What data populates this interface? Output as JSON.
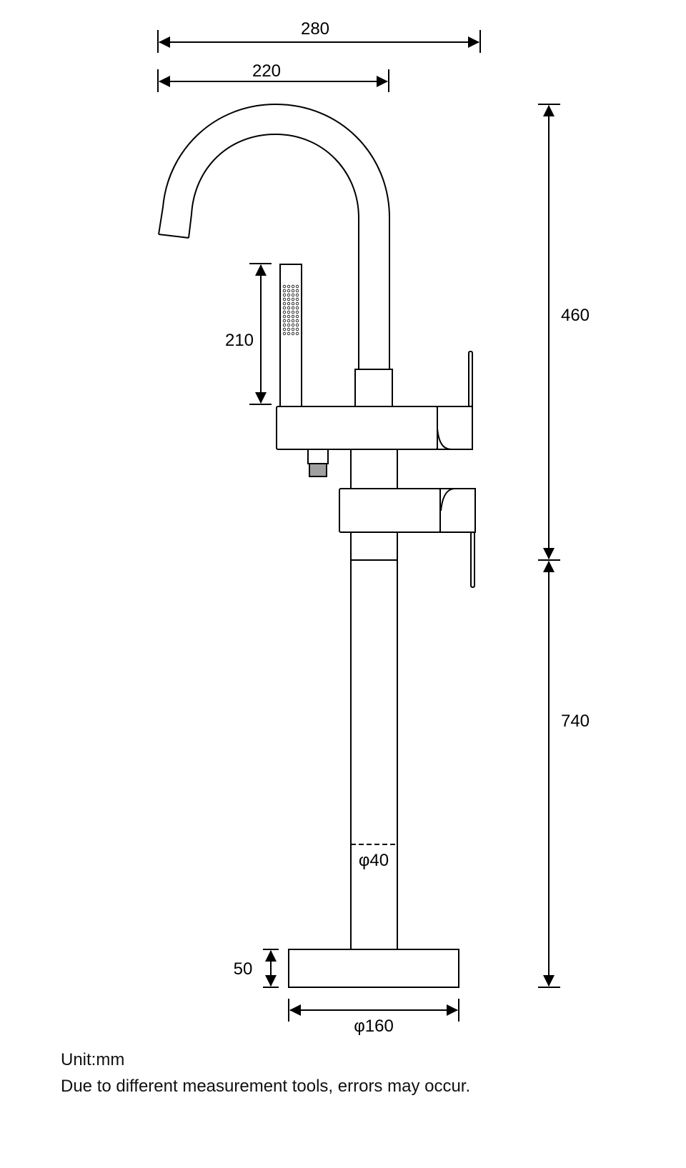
{
  "dimensions": {
    "total_reach": "280",
    "spout_reach": "220",
    "hand_shower_height": "210",
    "upper_height": "460",
    "lower_height": "740",
    "pipe_diameter": "φ40",
    "base_height": "50",
    "base_diameter": "φ160"
  },
  "notes": {
    "unit": "Unit:mm",
    "disclaimer": "Due to different measurement tools, errors may occur."
  }
}
